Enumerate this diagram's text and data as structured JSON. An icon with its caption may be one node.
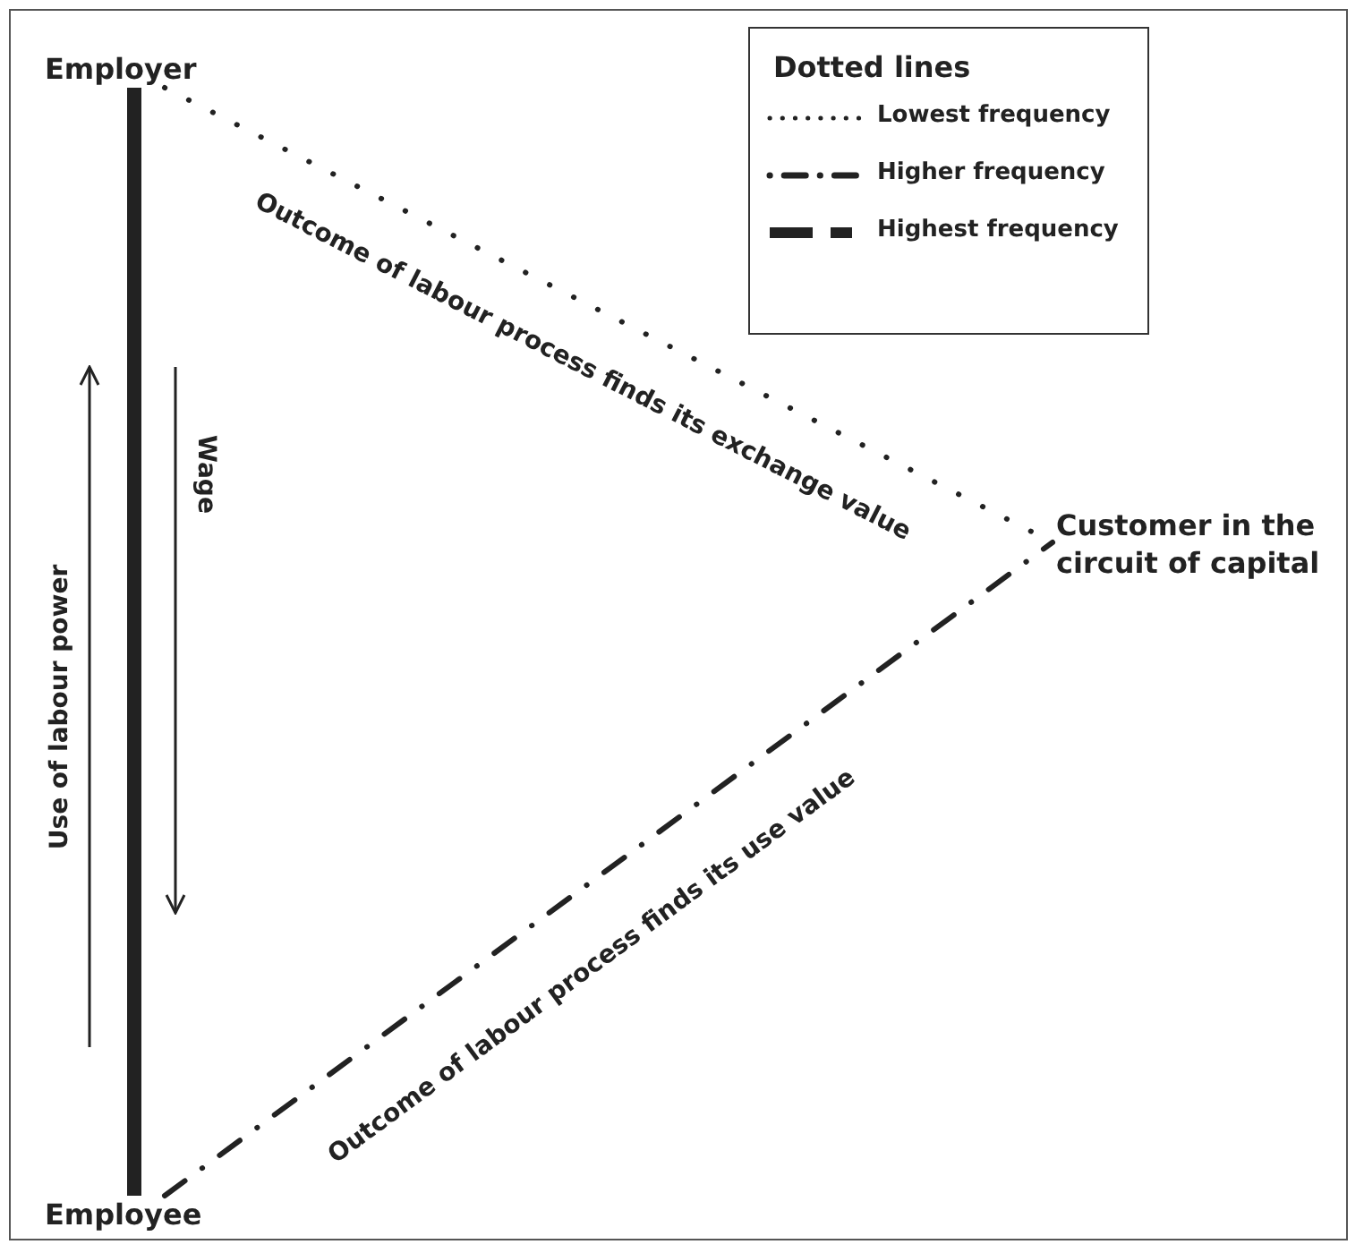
{
  "diagram": {
    "nodes": [
      {
        "text": [
          "Employer"
        ]
      },
      {
        "text": [
          "Employee"
        ]
      },
      {
        "text": [
          "Customer in the circuit of capital"
        ]
      }
    ],
    "edges": [
      {
        "from": 0,
        "to": 1,
        "arrow": "none",
        "style": "thick"
      },
      {
        "from": 0,
        "to": 2,
        "arrow": "none",
        "style": "dashed",
        "label": "Outcome of labour process finds its exchange value"
      },
      {
        "from": 1,
        "to": 2,
        "arrow": "none",
        "style": "dashed",
        "label": "Outcome of labour process finds its use value"
      }
    ],
    "labels": [
      "Dotted lines",
      "Use of labour power",
      "Wage"
    ],
    "legend": [
      {
        "text": "Lowest frequency"
      },
      {
        "text": "Higher frequency"
      },
      {
        "text": "Highest frequency"
      }
    ]
  }
}
